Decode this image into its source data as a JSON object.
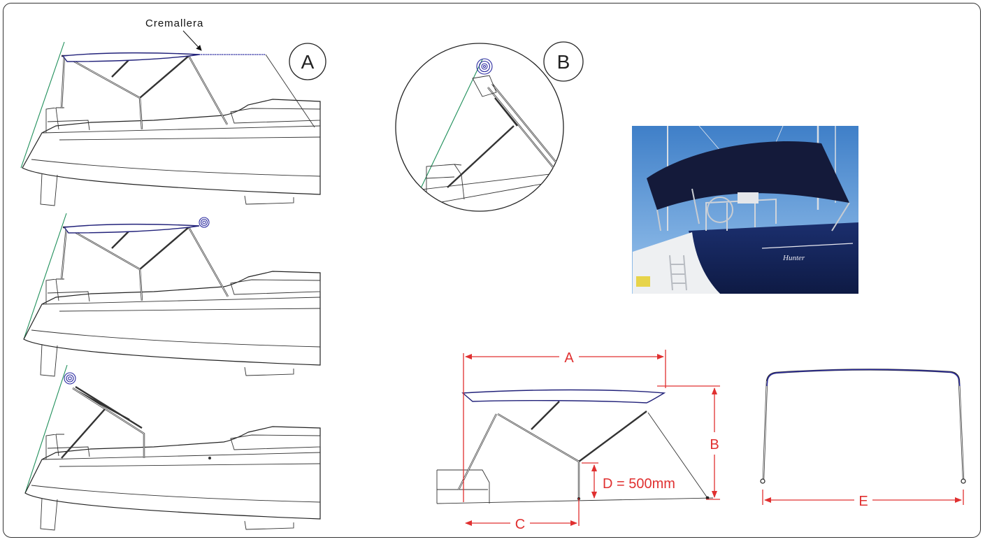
{
  "labels": {
    "zipper": "Cremallera",
    "badge_a": "A",
    "badge_b": "B"
  },
  "dimensions": {
    "a": "A",
    "b": "B",
    "c": "C",
    "d": "D = 500mm",
    "e": "E"
  },
  "colors": {
    "dimension": "#e03030",
    "canvas": "#2a2aa0",
    "forestay": "#1f8f5a",
    "line": "#222222"
  },
  "photo": {
    "description_icon": "bimini-boat-photo"
  }
}
